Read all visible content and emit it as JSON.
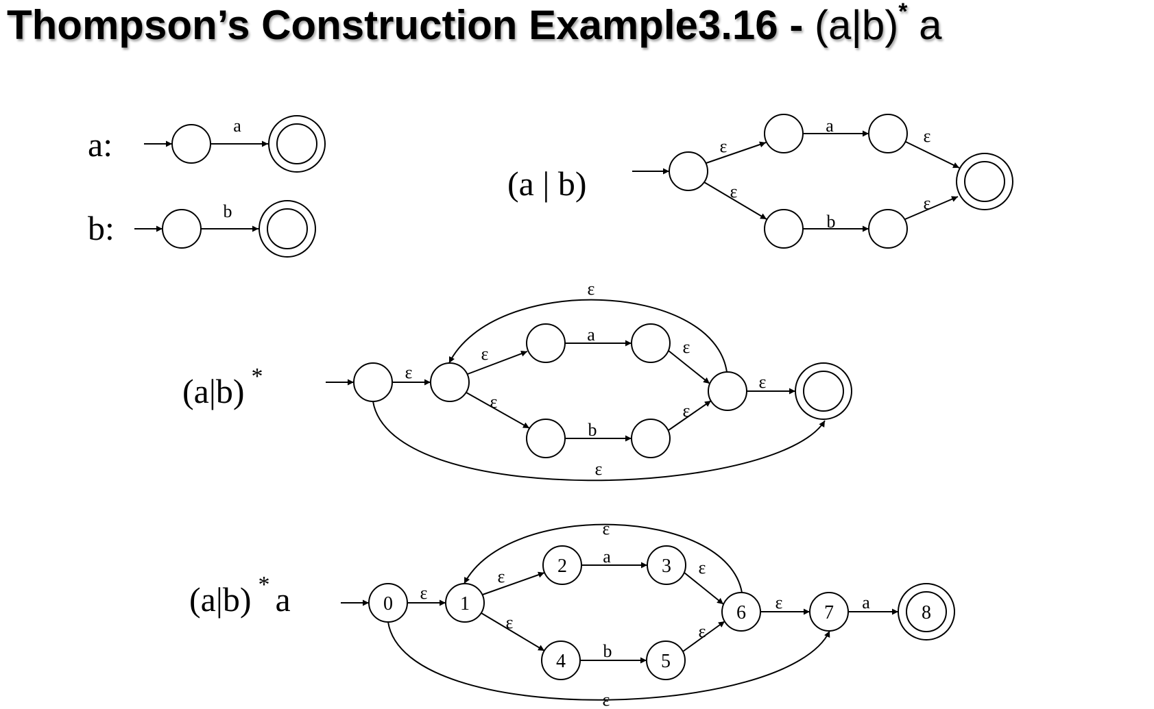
{
  "title": {
    "main": "Thompson’s Construction Example3.16 - ",
    "regex": "(a|b)",
    "star": "*",
    "suffix": " a"
  },
  "labels": {
    "a": "a:",
    "b": "b:",
    "a_or_b": "(a | b)",
    "a_or_b_star": "(a|b)",
    "a_or_b_star_a": "(a|b)",
    "star": "*",
    "a_suffix": "a"
  },
  "symbols": {
    "epsilon": "ε",
    "a": "a",
    "b": "b"
  },
  "nfa4_state_labels": [
    "0",
    "1",
    "2",
    "3",
    "4",
    "5",
    "6",
    "7",
    "8"
  ]
}
